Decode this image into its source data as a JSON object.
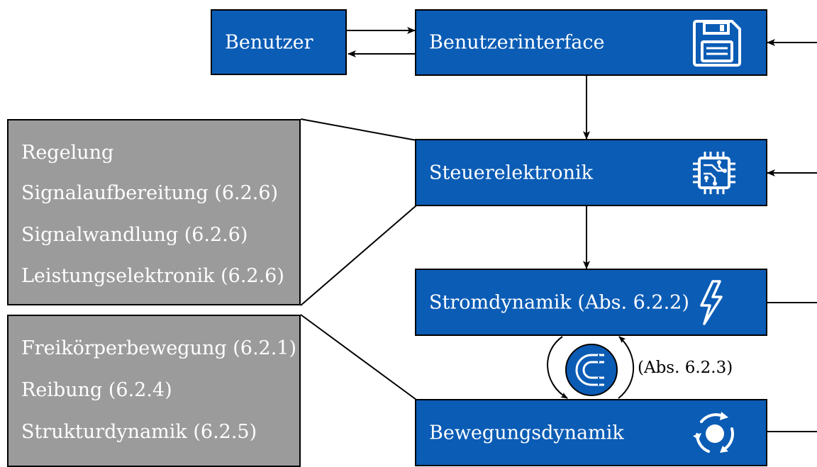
{
  "nodes": {
    "benutzer": "Benutzer",
    "benutzerinterface": "Benutzerinterface",
    "steuerelektronik": "Steuerelektronik",
    "stromdynamik": "Stromdynamik (Abs. 6.2.2)",
    "bewegungsdynamik": "Bewegungsdynamik"
  },
  "panels": {
    "control": [
      "Regelung",
      "Signalaufbereitung (6.2.6)",
      "Signalwandlung (6.2.6)",
      "Leistungselektronik (6.2.6)"
    ],
    "mechanics": [
      "Freikörperbewegung (6.2.1)",
      "Reibung (6.2.4)",
      "Strukturdynamik (6.2.5)"
    ]
  },
  "coupling": {
    "label": "(Abs. 6.2.3)"
  },
  "icons": {
    "benutzerinterface": "floppy-disk-icon",
    "steuerelektronik": "chip-icon",
    "stromdynamik": "lightning-icon",
    "coupling": "magnet-icon",
    "bewegungsdynamik": "rotation-icon"
  },
  "colors": {
    "box_fill": "#0b5cb5",
    "panel_fill": "#9b9b9b",
    "text": "#ffffff"
  }
}
